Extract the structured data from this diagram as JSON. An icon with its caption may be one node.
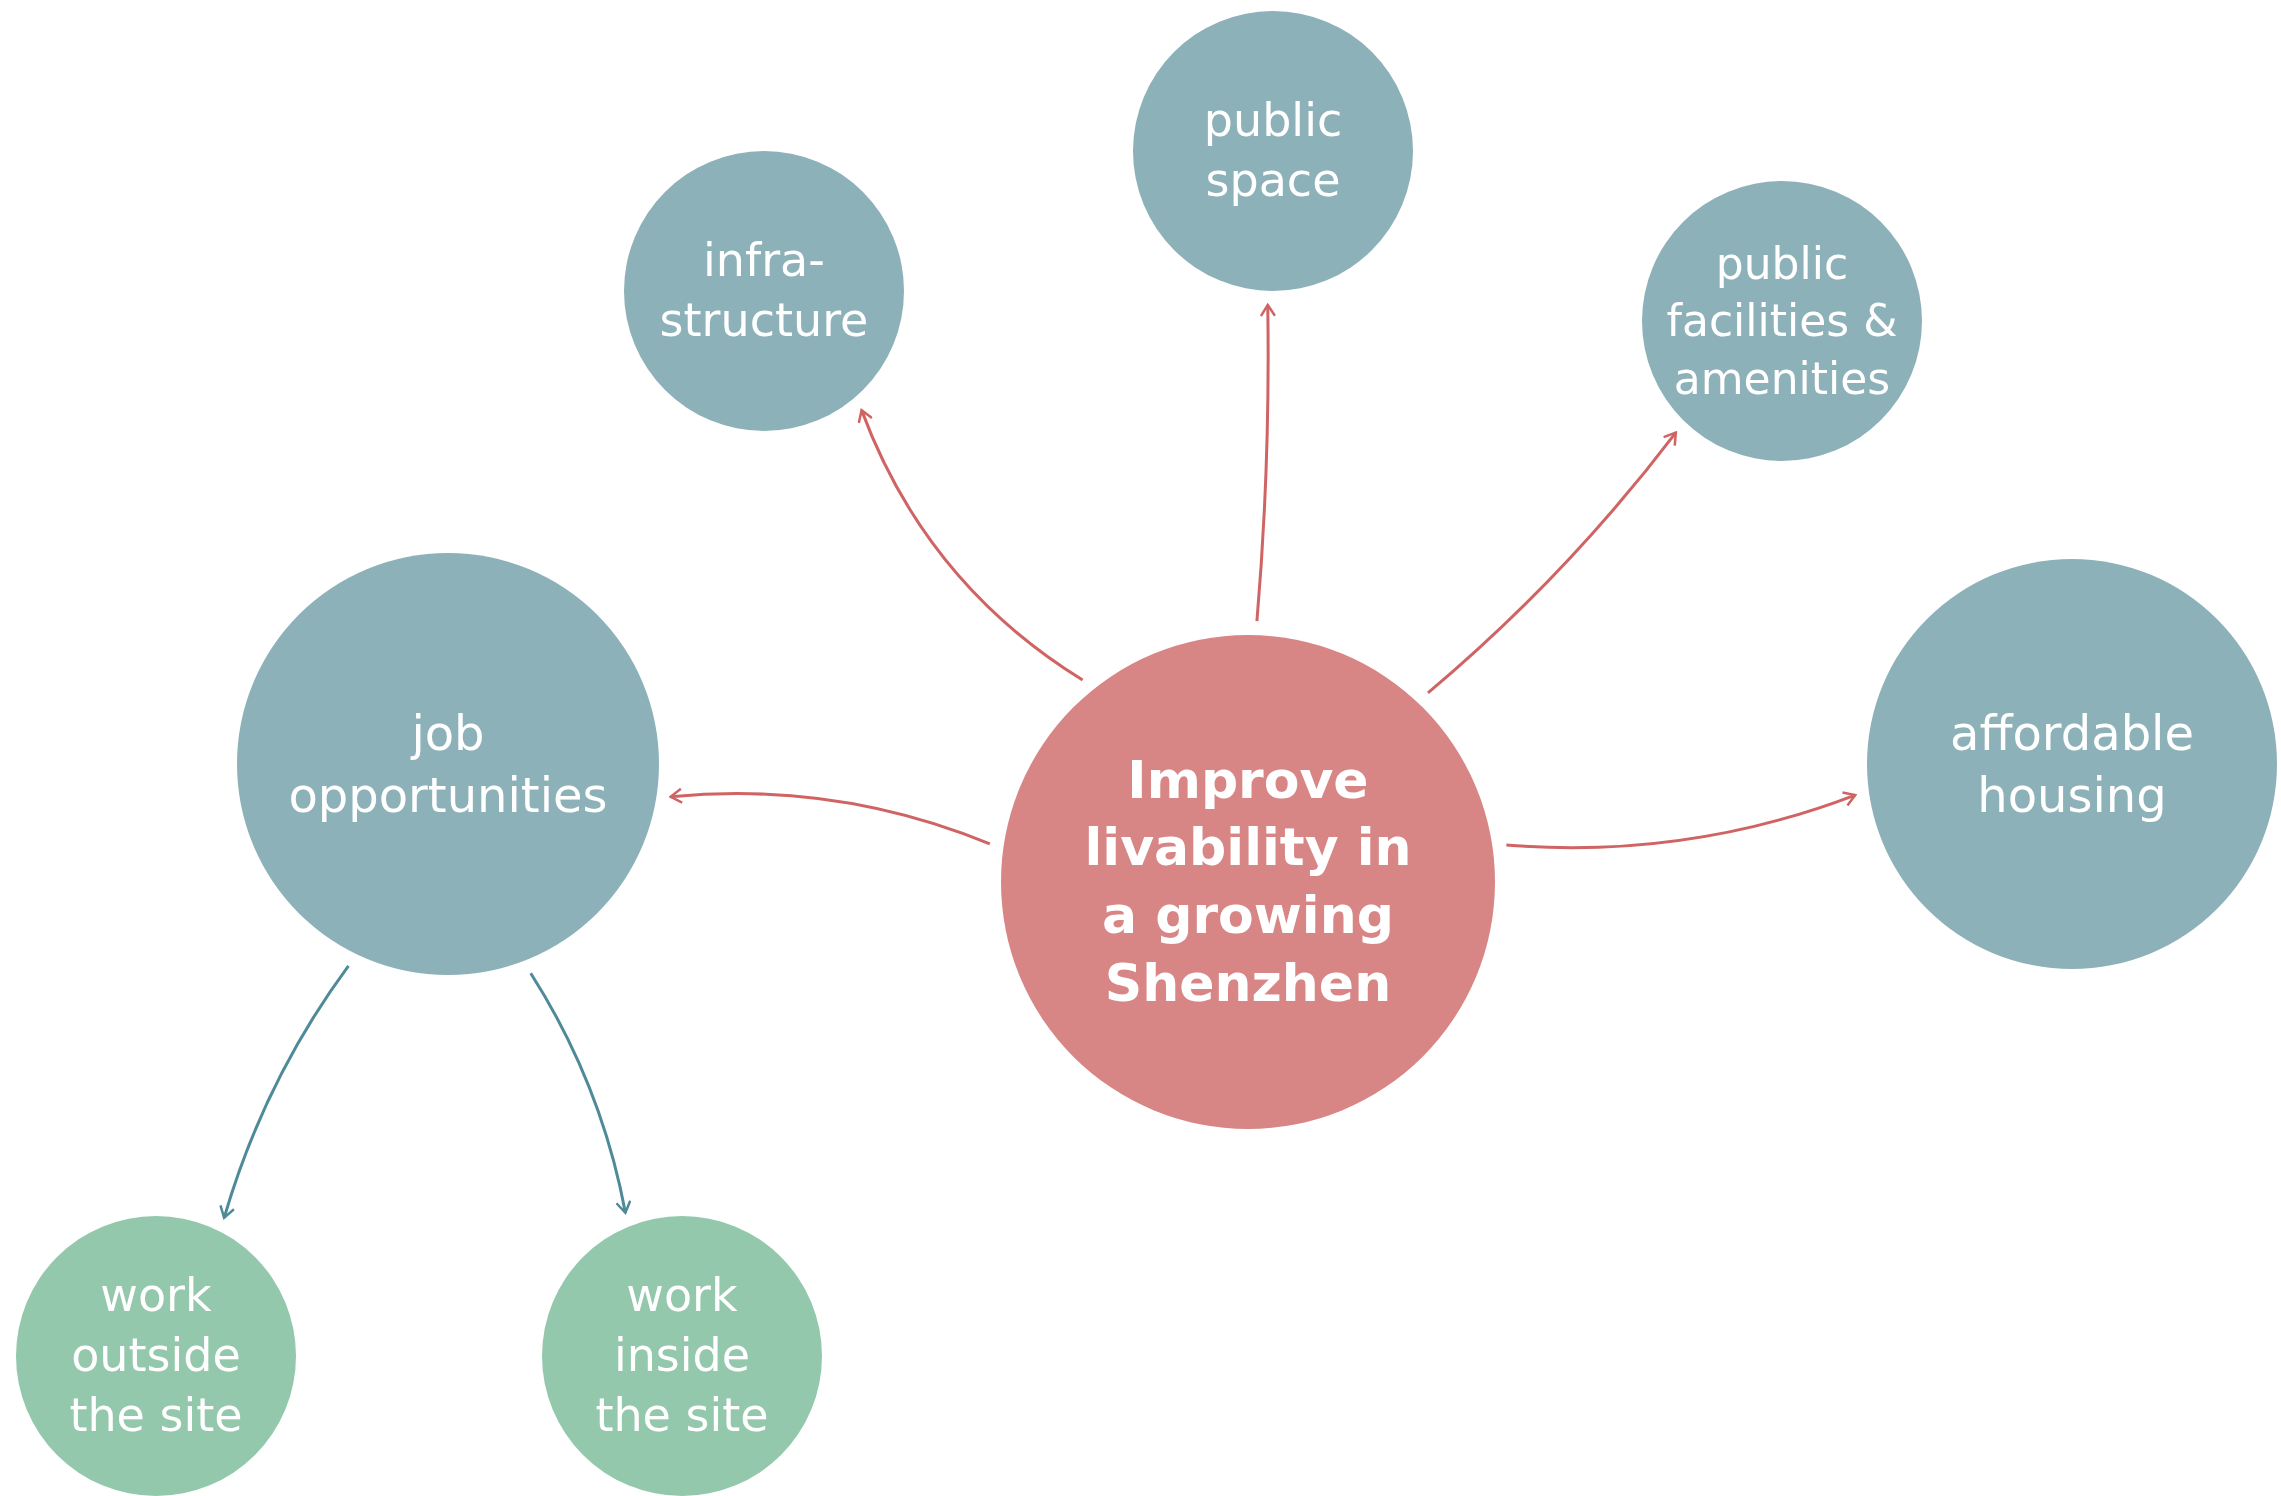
{
  "diagram": {
    "nodes": [
      {
        "text": [
          "Improve livability in a growing Shenzhen"
        ]
      },
      {
        "text": [
          "infra-structure"
        ]
      },
      {
        "text": [
          "public space"
        ]
      },
      {
        "text": [
          "public facilities & amenities"
        ]
      },
      {
        "text": [
          "affordable housing"
        ]
      },
      {
        "text": [
          "job opportunities"
        ]
      },
      {
        "text": [
          "work outside the site"
        ]
      },
      {
        "text": [
          "work inside the site"
        ]
      }
    ],
    "edges": [
      {
        "from": 0,
        "to": 1,
        "arrow": "to"
      },
      {
        "from": 0,
        "to": 2,
        "arrow": "to"
      },
      {
        "from": 0,
        "to": 3,
        "arrow": "to"
      },
      {
        "from": 0,
        "to": 4,
        "arrow": "to"
      },
      {
        "from": 0,
        "to": 5,
        "arrow": "to"
      },
      {
        "from": 5,
        "to": 6,
        "arrow": "to",
        "color": "#4f8a99"
      },
      {
        "from": 5,
        "to": 7,
        "arrow": "to",
        "color": "#4f8a99"
      }
    ]
  }
}
